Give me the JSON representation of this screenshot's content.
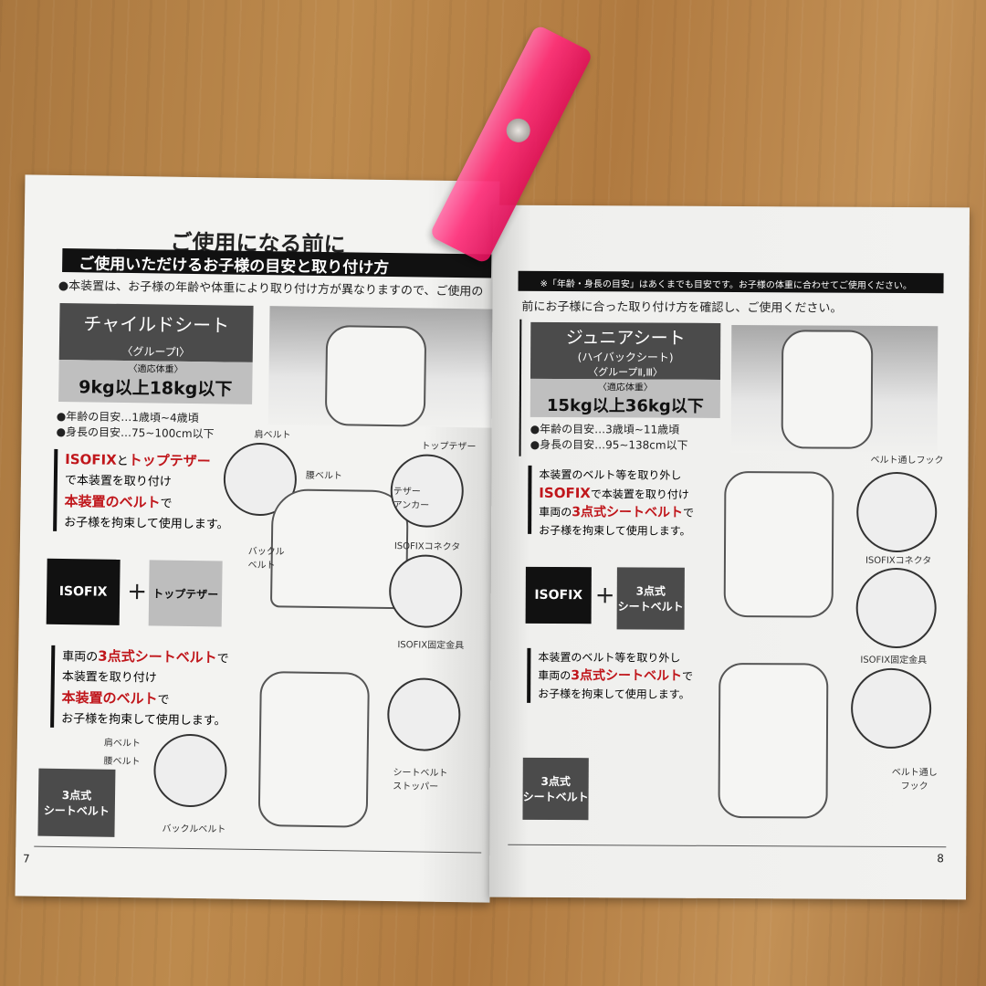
{
  "left_page": {
    "title": "ご使用になる前に",
    "banner": "ご使用いただけるお子様の目安と取り付け方",
    "intro": "●本装置は、お子様の年齢や体重により取り付け方が異なりますので、ご使用の",
    "seat_name": "チャイルドシート",
    "group": "〈グループⅠ〉",
    "weight_label": "〈適応体重〉",
    "weight": "9kg以上18kg以下",
    "age": "●年齢の目安…1歳頃~4歳頃",
    "height": "●身長の目安…75~100cm以下",
    "method1": {
      "l1a": "ISOFIX",
      "l1b": "と",
      "l1c": "トップテザー",
      "l2": "で本装置を取り付け",
      "l3a": "本装置のベルト",
      "l3b": "で",
      "l4": "お子様を拘束して使用します。"
    },
    "badge1a": "ISOFIX",
    "plus": "+",
    "badge1b": "トップテザー",
    "method2": {
      "l1a": "車両の",
      "l1b": "3点式シートベルト",
      "l1c": "で",
      "l2": "本装置を取り付け",
      "l3a": "本装置のベルト",
      "l3b": "で",
      "l4": "お子様を拘束して使用します。"
    },
    "badge2": "3点式\nシートベルト",
    "labels": [
      "肩ベルト",
      "腰ベルト",
      "トップテザー",
      "テザー\nアンカー",
      "バックル\nベルト",
      "ISOFIXコネクタ",
      "ISOFIX固定金具",
      "肩ベルト",
      "腰ベルト",
      "シートベルト\nストッパー",
      "バックルベルト"
    ],
    "page_number": "7"
  },
  "right_page": {
    "note": "※「年齢・身長の目安」はあくまでも目安です。お子様の体重に合わせてご使用ください。",
    "intro": "前にお子様に合った取り付け方を確認し、ご使用ください。",
    "seat_name": "ジュニアシート",
    "sub": "(ハイバックシート)",
    "group": "〈グループⅡ,Ⅲ〉",
    "weight_label": "〈適応体重〉",
    "weight": "15kg以上36kg以下",
    "age": "●年齢の目安…3歳頃~11歳頃",
    "height": "●身長の目安…95~138cm以下",
    "method1": {
      "l1": "本装置のベルト等を取り外し",
      "l2a": "ISOFIX",
      "l2b": "で本装置を取り付け",
      "l3a": "車両の",
      "l3b": "3点式シートベルト",
      "l3c": "で",
      "l4": "お子様を拘束して使用します。"
    },
    "badge1a": "ISOFIX",
    "plus": "+",
    "badge1b": "3点式\nシートベルト",
    "method2": {
      "l1": "本装置のベルト等を取り外し",
      "l2a": "車両の",
      "l2b": "3点式シートベルト",
      "l2c": "で",
      "l3": "お子様を拘束して使用します。"
    },
    "badge2": "3点式\nシートベルト",
    "labels": [
      "ベルト通しフック",
      "ISOFIXコネクタ",
      "ISOFIX固定金具",
      "ベルト通し\nフック"
    ],
    "page_number": "8"
  },
  "colors": {
    "accent_red": "#c0161b",
    "clip_pink": "#ff2f7a",
    "wood": "#b5824a"
  }
}
